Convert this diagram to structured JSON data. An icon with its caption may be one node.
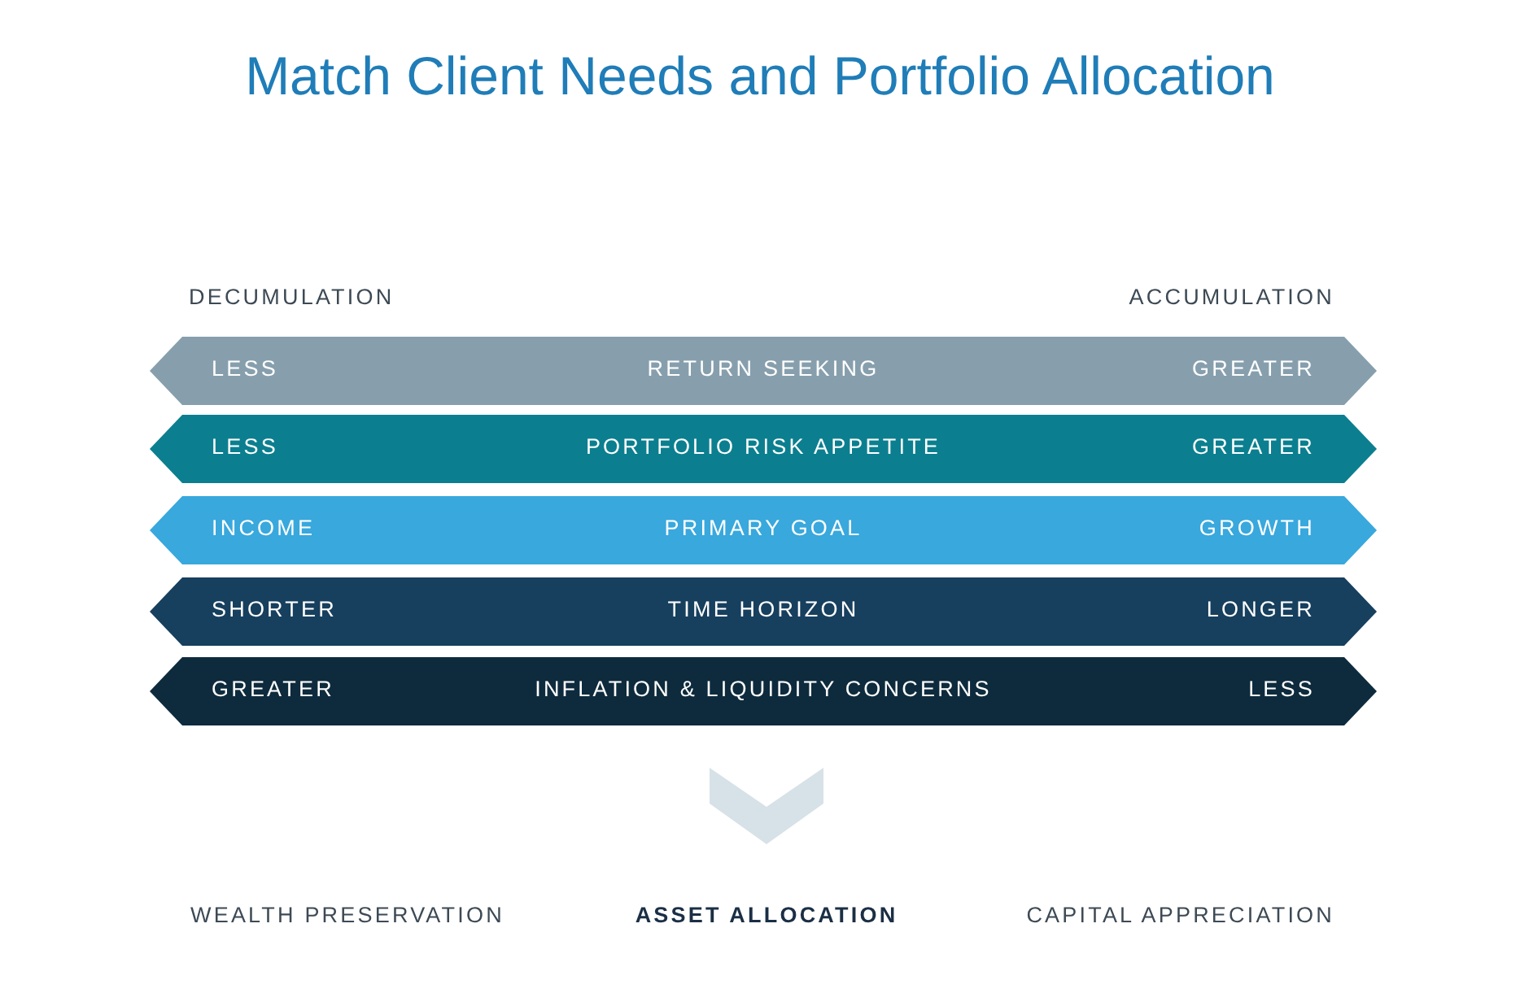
{
  "diagram": {
    "title": "Match Client Needs and Portfolio Allocation",
    "nodes": [
      {
        "text": [
          "LESS",
          "RETURN SEEKING",
          "GREATER"
        ]
      },
      {
        "text": [
          "LESS",
          "PORTFOLIO RISK APPETITE",
          "GREATER"
        ]
      },
      {
        "text": [
          "INCOME",
          "PRIMARY GOAL",
          "GROWTH"
        ]
      },
      {
        "text": [
          "SHORTER",
          "TIME HORIZON",
          "LONGER"
        ]
      },
      {
        "text": [
          "GREATER",
          "INFLATION & LIQUIDITY CONCERNS",
          "LESS"
        ]
      }
    ],
    "labels": [
      "DECUMULATION",
      "ACCUMULATION",
      "WEALTH PRESERVATION",
      "ASSET ALLOCATION",
      "CAPITAL APPRECIATION"
    ]
  }
}
